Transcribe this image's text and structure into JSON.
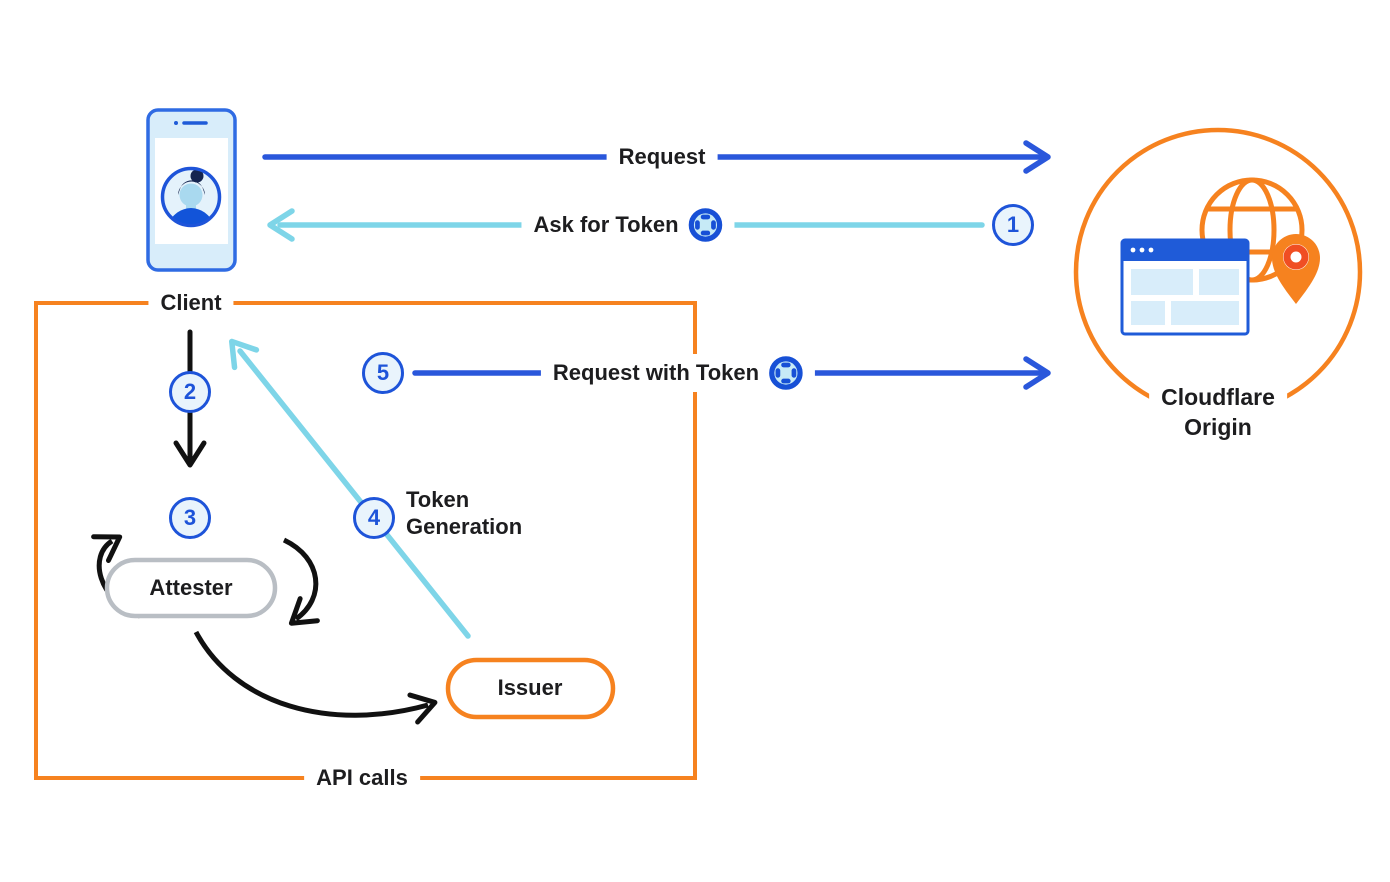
{
  "diagram": {
    "nodes": {
      "client": {
        "label": "Client"
      },
      "cloudflare_origin": {
        "label_line1": "Cloudflare",
        "label_line2": "Origin"
      },
      "attester": {
        "label": "Attester"
      },
      "issuer": {
        "label": "Issuer"
      }
    },
    "flows": {
      "request": {
        "label": "Request"
      },
      "ask_for_token": {
        "label": "Ask for Token",
        "step": "1"
      },
      "client_to_attester": {
        "step": "2"
      },
      "attestation": {
        "step": "3"
      },
      "token_generation": {
        "label_line1": "Token",
        "label_line2": "Generation",
        "step": "4"
      },
      "request_with_token": {
        "label": "Request with Token",
        "step": "5"
      },
      "api_calls": {
        "label": "API calls"
      }
    },
    "icons": {
      "token": "token-icon",
      "client": "mobile-phone-user-icon",
      "origin": "globe-browser-location-pin-icon"
    },
    "colors": {
      "blue": "#2a57db",
      "cyan": "#7ed5e8",
      "orange": "#f6821f",
      "black": "#111111",
      "gray_outline": "#b9bec4",
      "badge_stroke": "#1e54d9",
      "badge_fill": "#e9f4fc",
      "light_blue_fill": "#d8edfa",
      "pin_red": "#f04e23"
    }
  }
}
